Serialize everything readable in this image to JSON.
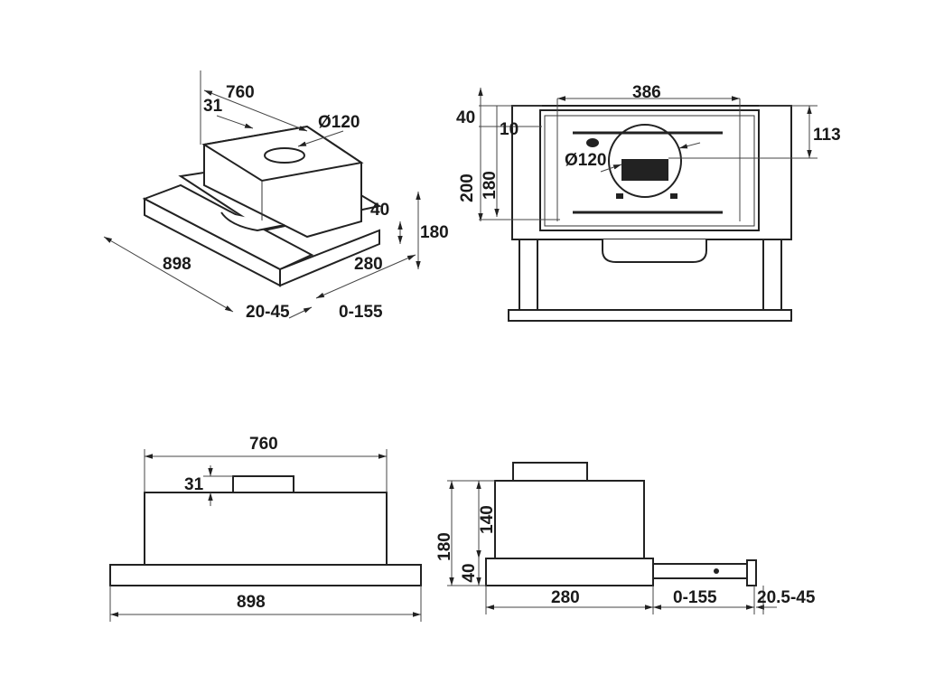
{
  "iso_view": {
    "width_top": "760",
    "offset": "31",
    "duct_diameter": "Ø120",
    "total_width": "898",
    "front_height": "40",
    "total_height": "180",
    "depth": "280",
    "handle": "20-45",
    "extension": "0-155"
  },
  "front_view": {
    "inner_width": "386",
    "top_offset": "40",
    "hole_offset": "10",
    "hole_spacing": "180",
    "height": "200",
    "duct_diameter": "Ø120",
    "duct_center": "113"
  },
  "top_view": {
    "width_top": "760",
    "offset": "31",
    "total_width": "898"
  },
  "side_view": {
    "total_height": "180",
    "body_height": "140",
    "front_height": "40",
    "depth": "280",
    "extension": "0-155",
    "handle": "20.5-45"
  }
}
